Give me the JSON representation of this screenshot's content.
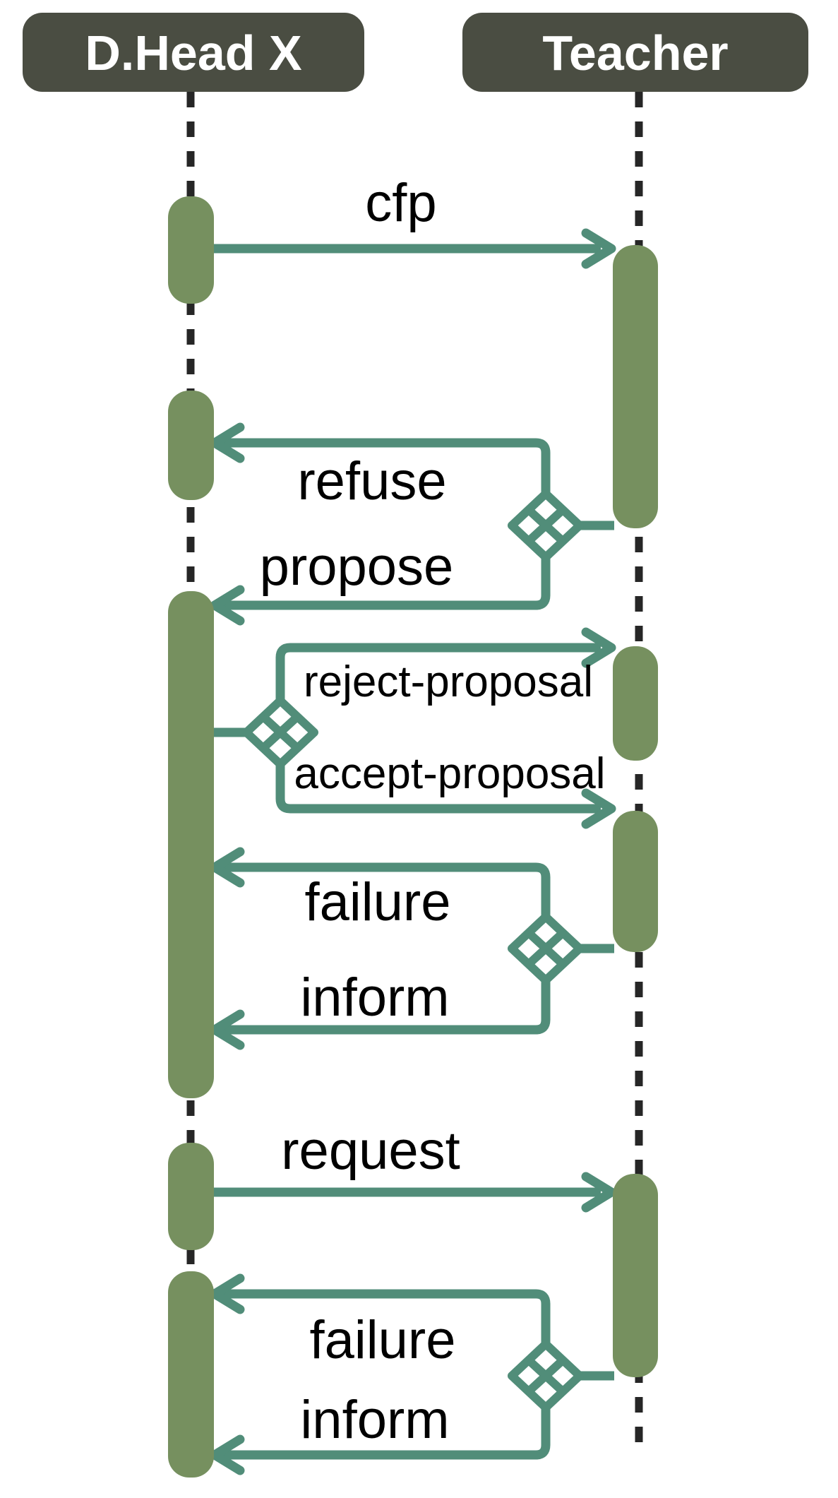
{
  "colors": {
    "background": "#ffffff",
    "header-fill": "#4a4d42",
    "header-text": "#ffffff",
    "activation": "#76905f",
    "message": "#518d79",
    "lifeline": "#262626",
    "label-text": "#000000"
  },
  "participants": [
    {
      "label": "D.Head X"
    },
    {
      "label": "Teacher"
    }
  ],
  "messages": [
    {
      "label": "cfp",
      "from": "D.Head X",
      "to": "Teacher"
    },
    {
      "label": "refuse",
      "from": "Teacher",
      "to": "D.Head X"
    },
    {
      "label": "propose",
      "from": "Teacher",
      "to": "D.Head X"
    },
    {
      "label": "reject-proposal",
      "from": "D.Head X",
      "to": "Teacher"
    },
    {
      "label": "accept-proposal",
      "from": "D.Head X",
      "to": "Teacher"
    },
    {
      "label": "failure",
      "from": "Teacher",
      "to": "D.Head X"
    },
    {
      "label": "inform",
      "from": "Teacher",
      "to": "D.Head X"
    },
    {
      "label": "request",
      "from": "D.Head X",
      "to": "Teacher"
    },
    {
      "label": "failure",
      "from": "Teacher",
      "to": "D.Head X"
    },
    {
      "label": "inform",
      "from": "Teacher",
      "to": "D.Head X"
    }
  ]
}
